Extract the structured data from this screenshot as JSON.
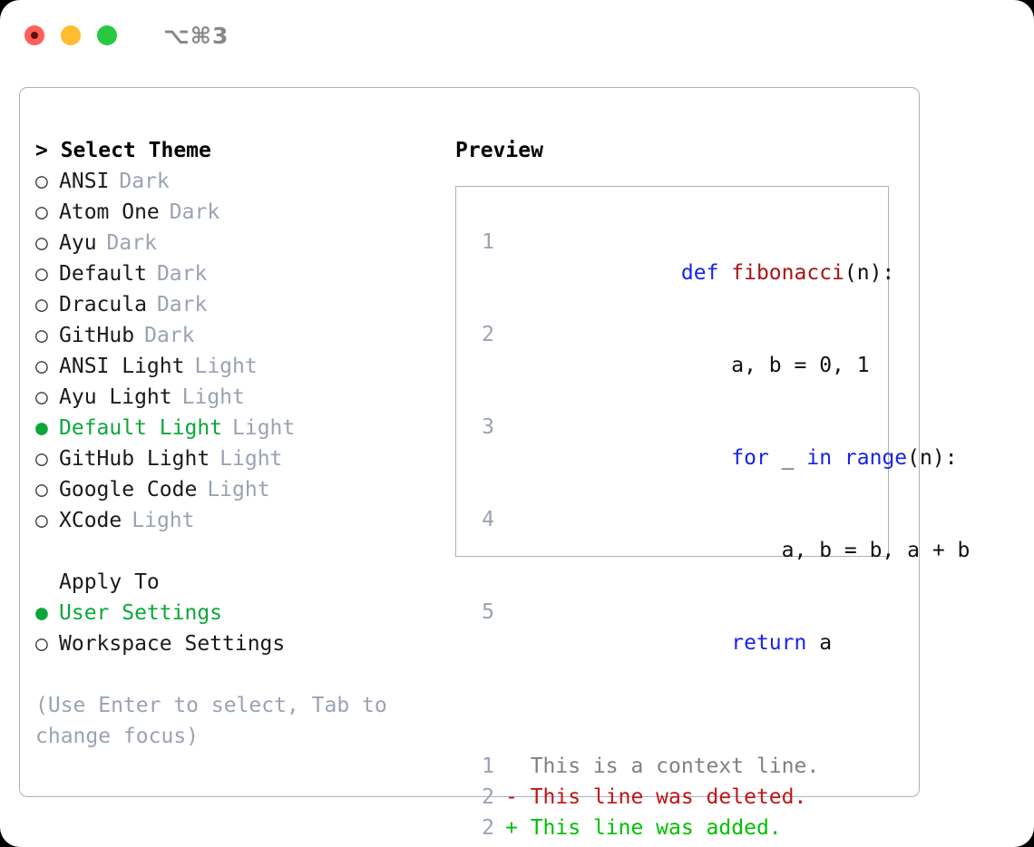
{
  "titlebar": {
    "shortcut": "⌥⌘3",
    "lights": [
      {
        "name": "close",
        "color": "#ff5f57"
      },
      {
        "name": "minimize",
        "color": "#febc2e"
      },
      {
        "name": "zoom",
        "color": "#28c840"
      }
    ]
  },
  "theme_list": {
    "header": "> Select Theme",
    "items": [
      {
        "bullet": "○",
        "label": "ANSI",
        "suffix": "Dark",
        "selected": false
      },
      {
        "bullet": "○",
        "label": "Atom One",
        "suffix": "Dark",
        "selected": false
      },
      {
        "bullet": "○",
        "label": "Ayu",
        "suffix": "Dark",
        "selected": false
      },
      {
        "bullet": "○",
        "label": "Default",
        "suffix": "Dark",
        "selected": false
      },
      {
        "bullet": "○",
        "label": "Dracula",
        "suffix": "Dark",
        "selected": false
      },
      {
        "bullet": "○",
        "label": "GitHub",
        "suffix": "Dark",
        "selected": false
      },
      {
        "bullet": "○",
        "label": "ANSI Light",
        "suffix": "Light",
        "selected": false
      },
      {
        "bullet": "○",
        "label": "Ayu Light",
        "suffix": "Light",
        "selected": false
      },
      {
        "bullet": "●",
        "label": "Default Light",
        "suffix": "Light",
        "selected": true
      },
      {
        "bullet": "○",
        "label": "GitHub Light",
        "suffix": "Light",
        "selected": false
      },
      {
        "bullet": "○",
        "label": "Google Code",
        "suffix": "Light",
        "selected": false
      },
      {
        "bullet": "○",
        "label": "XCode",
        "suffix": "Light",
        "selected": false
      }
    ]
  },
  "apply_to": {
    "header": "Apply To",
    "items": [
      {
        "bullet": "●",
        "label": "User Settings",
        "selected": true
      },
      {
        "bullet": "○",
        "label": "Workspace Settings",
        "selected": false
      }
    ]
  },
  "hint": "(Use Enter to select, Tab to change focus)",
  "preview": {
    "title": "Preview",
    "code_lines": [
      {
        "num": "1",
        "tokens": [
          {
            "t": "def ",
            "c": "kw"
          },
          {
            "t": "fibonacci",
            "c": "fn"
          },
          {
            "t": "(n):",
            "c": "plain"
          }
        ]
      },
      {
        "num": "2",
        "tokens": [
          {
            "t": "    a, b = 0, 1",
            "c": "plain"
          }
        ]
      },
      {
        "num": "3",
        "tokens": [
          {
            "t": "    ",
            "c": "plain"
          },
          {
            "t": "for",
            "c": "kw"
          },
          {
            "t": " _ ",
            "c": "plain"
          },
          {
            "t": "in",
            "c": "kw"
          },
          {
            "t": " ",
            "c": "plain"
          },
          {
            "t": "range",
            "c": "kw"
          },
          {
            "t": "(n):",
            "c": "plain"
          }
        ]
      },
      {
        "num": "4",
        "tokens": [
          {
            "t": "        a, b = b, a + b",
            "c": "plain"
          }
        ]
      },
      {
        "num": "5",
        "tokens": [
          {
            "t": "    ",
            "c": "plain"
          },
          {
            "t": "return",
            "c": "kw"
          },
          {
            "t": " a",
            "c": "plain"
          }
        ]
      }
    ],
    "diff_lines": [
      {
        "num": "1",
        "marker": " ",
        "text": "  This is a context line.",
        "kind": "ctx"
      },
      {
        "num": "2",
        "marker": "-",
        "text": "- This line was deleted.",
        "kind": "del"
      },
      {
        "num": "2",
        "marker": "+",
        "text": "+ This line was added.",
        "kind": "add"
      }
    ]
  },
  "colors": {
    "accent_green": "#0aa83a",
    "muted": "#9aa3b2",
    "border": "#a9b2c0",
    "keyword": "#1822e8",
    "function": "#a81414",
    "diff_deleted": "#c01515",
    "diff_added": "#00c000",
    "diff_context": "#808080"
  }
}
